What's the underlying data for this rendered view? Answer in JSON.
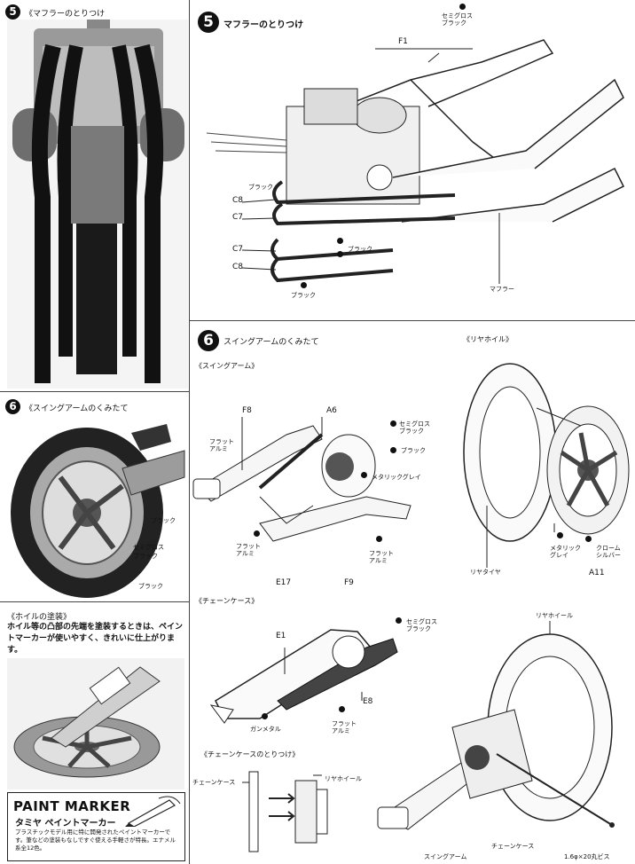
{
  "left_column": {
    "step5": {
      "number": "5",
      "title": "《マフラーのとりつけ"
    },
    "step6": {
      "number": "6",
      "title": "《スイングアームのくみたて"
    },
    "swingarm_photo_labels": {
      "black1": "ブラック",
      "semigloss_black": "セミグロス\nブラック",
      "black2": "ブラック"
    },
    "wheel_note": {
      "title": "《ホイルの塗装》",
      "body": "ホイル等の凸部の先端を塗装するときは、ペイントマーカーが使いやすく、きれいに仕上がります。"
    },
    "paint_marker": {
      "title": "PAINT MARKER",
      "subtitle": "タミヤ ペイントマーカー",
      "body": "プラスチックモデル用に特に開発されたペイントマーカーです。筆などの塗装もなしですぐ使える手軽さが特長。エナメル系全12色。"
    }
  },
  "step5": {
    "number": "5",
    "title": "マフラーのとりつけ",
    "labels": {
      "semigloss_black": "セミグロス\nブラック",
      "f1": "F1",
      "black_a": "ブラック",
      "c8_top": "C8",
      "c7_top": "C7",
      "c7_bottom": "C7",
      "c8_bottom": "C8",
      "black_b": "ブラック",
      "black_c": "ブラック",
      "muffler": "マフラー"
    }
  },
  "step6": {
    "number": "6",
    "title": "スイングアームのくみたて",
    "swingarm": {
      "title": "《スイングアーム》",
      "labels": {
        "f8": "F8",
        "a6": "A6",
        "semigloss_black": "セミグロス\nブラック",
        "black": "ブラック",
        "flat_alu_left": "フラット\nアルミ",
        "metallic_grey": "メタリックグレイ",
        "flat_alu_bottom": "フラット\nアルミ",
        "flat_alu_right": "フラット\nアルミ",
        "e17": "E17",
        "f9": "F9"
      }
    },
    "rear_wheel": {
      "title": "《リヤホイル》",
      "labels": {
        "rear_tire": "リヤタイヤ",
        "metallic_grey": "メタリック\nグレイ",
        "chrome_silver": "クローム\nシルバー",
        "a11": "A11"
      }
    },
    "chain_case": {
      "title": "《チェーンケース》",
      "labels": {
        "e1": "E1",
        "semigloss_black": "セミグロス\nブラック",
        "e8": "E8",
        "gunmetal": "ガンメタル",
        "flat_alu": "フラット\nアルミ"
      }
    },
    "chain_case_mount": {
      "title": "《チェーンケースのとりつけ》",
      "labels": {
        "chain_case_left": "チェーンケース",
        "rear_wheel_left": "リヤホイール",
        "rear_wheel_right": "リヤホイール",
        "chain_case_bottom": "チェーンケース",
        "swingarm": "スイングアーム",
        "screw": "1.6φ×20丸ビス"
      }
    }
  }
}
